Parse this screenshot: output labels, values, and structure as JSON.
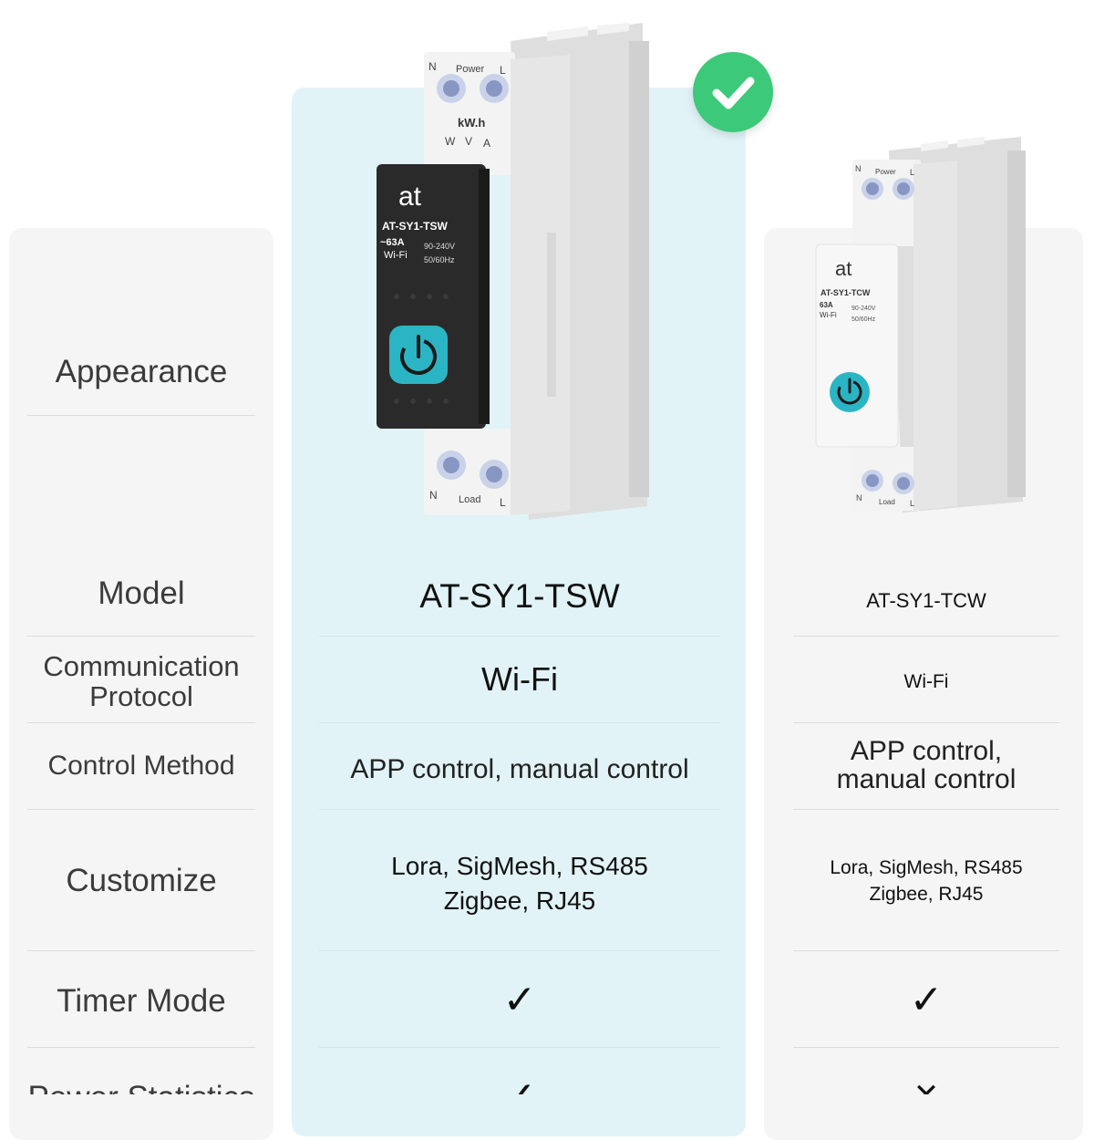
{
  "rows": {
    "appearance": "Appearance",
    "model": "Model",
    "protocol_l1": "Communication",
    "protocol_l2": "Protocol",
    "control": "Control Method",
    "customize": "Customize",
    "timer": "Timer Mode",
    "power_stats": "Power Statistics"
  },
  "main_product": {
    "model": "AT-SY1-TSW",
    "protocol": "Wi-Fi",
    "control": "APP control, manual control",
    "customize_l1": "Lora, SigMesh, RS485",
    "customize_l2": "Zigbee, RJ45",
    "timer": "✓",
    "power_stats": "✓",
    "device": {
      "brand": "at",
      "model_label": "AT-SY1-TSW",
      "current": "~63A",
      "voltage": "90-240V",
      "wifi": "Wi-Fi",
      "freq": "50/60Hz",
      "top_n": "N",
      "top_power": "Power",
      "top_l": "L",
      "kwh": "kW.h",
      "w": "W",
      "v": "V",
      "a": "A",
      "bot_n": "N",
      "bot_load": "Load",
      "bot_l": "L"
    }
  },
  "alt_product": {
    "model": "AT-SY1-TCW",
    "protocol": "Wi-Fi",
    "control_l1": "APP control,",
    "control_l2": "manual control",
    "customize_l1": "Lora, SigMesh, RS485",
    "customize_l2": "Zigbee, RJ45",
    "timer": "✓",
    "power_stats": "✕",
    "device": {
      "brand": "at",
      "model_label": "AT-SY1-TCW",
      "current": "63A",
      "voltage": "90-240V",
      "wifi": "Wi-Fi",
      "freq": "50/60Hz",
      "top_n": "N",
      "top_power": "Power",
      "top_l": "L",
      "bot_n": "N",
      "bot_load": "Load",
      "bot_l": "L"
    }
  },
  "colors": {
    "highlight": "#e1f3f6",
    "panel": "#f5f5f5",
    "badge_green": "#3dc97a",
    "button_teal": "#2bb5c4",
    "face_dark": "#2a2a2a"
  },
  "icons": {
    "badge": "check-circle-icon",
    "power_button": "power-icon"
  }
}
